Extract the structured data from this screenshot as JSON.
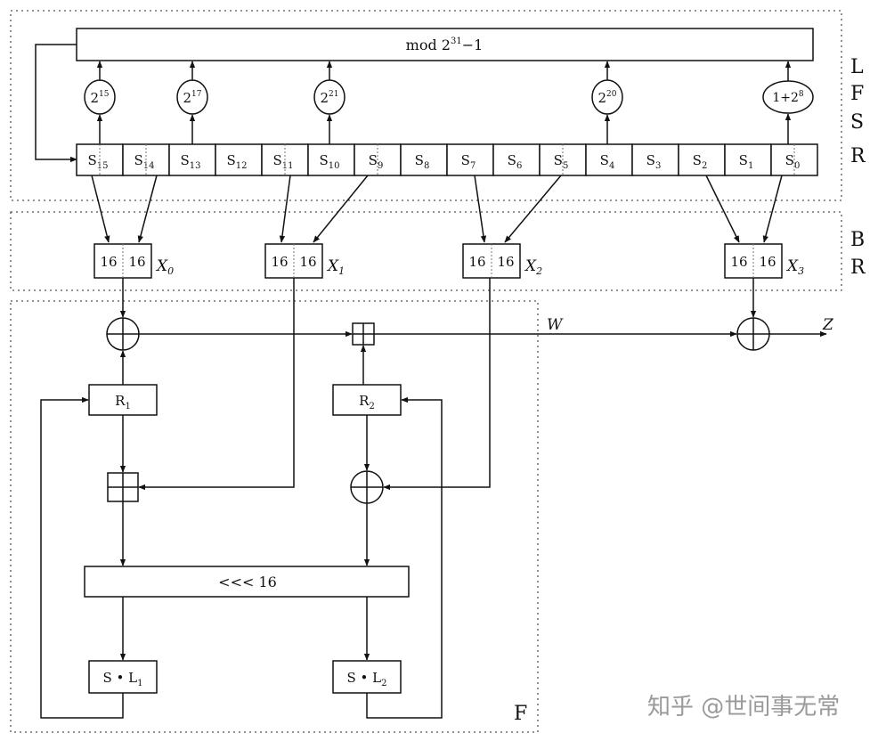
{
  "lfsr": {
    "label_letters": [
      "L",
      "F",
      "S",
      "R"
    ],
    "mod_label": "mod 2",
    "mod_sup": "31",
    "mod_tail": "−1",
    "cells": [
      {
        "base": "S",
        "sub": "15"
      },
      {
        "base": "S",
        "sub": "14"
      },
      {
        "base": "S",
        "sub": "13"
      },
      {
        "base": "S",
        "sub": "12"
      },
      {
        "base": "S",
        "sub": "11"
      },
      {
        "base": "S",
        "sub": "10"
      },
      {
        "base": "S",
        "sub": "9"
      },
      {
        "base": "S",
        "sub": "8"
      },
      {
        "base": "S",
        "sub": "7"
      },
      {
        "base": "S",
        "sub": "6"
      },
      {
        "base": "S",
        "sub": "5"
      },
      {
        "base": "S",
        "sub": "4"
      },
      {
        "base": "S",
        "sub": "3"
      },
      {
        "base": "S",
        "sub": "2"
      },
      {
        "base": "S",
        "sub": "1"
      },
      {
        "base": "S",
        "sub": "0"
      }
    ],
    "multipliers": [
      {
        "base": "2",
        "sup": "15"
      },
      {
        "base": "2",
        "sup": "17"
      },
      {
        "base": "2",
        "sup": "21"
      },
      {
        "base": "2",
        "sup": "20"
      },
      {
        "base": "1+2",
        "sup": "8"
      }
    ]
  },
  "br": {
    "label_letters": [
      "B",
      "R"
    ],
    "half": "16",
    "registers": [
      {
        "base": "X",
        "sub": "0"
      },
      {
        "base": "X",
        "sub": "1"
      },
      {
        "base": "X",
        "sub": "2"
      },
      {
        "base": "X",
        "sub": "3"
      }
    ]
  },
  "f": {
    "label": "F",
    "r1": {
      "base": "R",
      "sub": "1"
    },
    "r2": {
      "base": "R",
      "sub": "2"
    },
    "rotate": "<<< 16",
    "sl1": {
      "base": "S • L",
      "sub": "1"
    },
    "sl2": {
      "base": "S • L",
      "sub": "2"
    }
  },
  "outputs": {
    "w": "W",
    "z": "Z"
  },
  "watermark": "知乎 @世间事无常"
}
